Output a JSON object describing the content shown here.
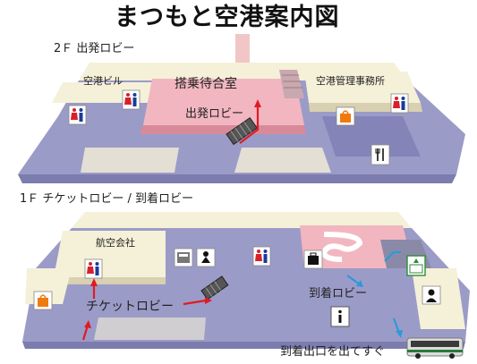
{
  "title": "まつもと空港案内図",
  "floor2": {
    "heading": "2Ｆ 出発ロビー",
    "labels": {
      "terminal_building": "空港ビル",
      "boarding_lounge": "搭乗待合室",
      "admin_office": "空港管理事務所",
      "departure_lobby": "出発ロビー"
    }
  },
  "floor1": {
    "heading": "1Ｆ チケットロビー / 到着ロビー",
    "labels": {
      "airline_office": "航空会社",
      "ticket_lobby": "チケットロビー",
      "arrival_lobby": "到着ロビー",
      "exit_note": "到着出口を出てすぐ"
    }
  },
  "colors": {
    "floor": "#9b9bc8",
    "floor_dark": "#7c7cae",
    "wall_cream": "#f5f0d8",
    "pink_room": "#f2b6c0",
    "arrow_red": "#e01b24",
    "arrow_blue": "#2a9ad8",
    "toilet_male": "#1a3a9a",
    "toilet_female": "#d8202a"
  },
  "icons": [
    "restroom-icon",
    "shop-bag-icon",
    "restaurant-icon",
    "elevator-icon",
    "atm-icon",
    "baby-room-icon",
    "coin-locker-icon",
    "information-icon",
    "security-guard-icon",
    "bus-icon",
    "escalator-icon"
  ]
}
